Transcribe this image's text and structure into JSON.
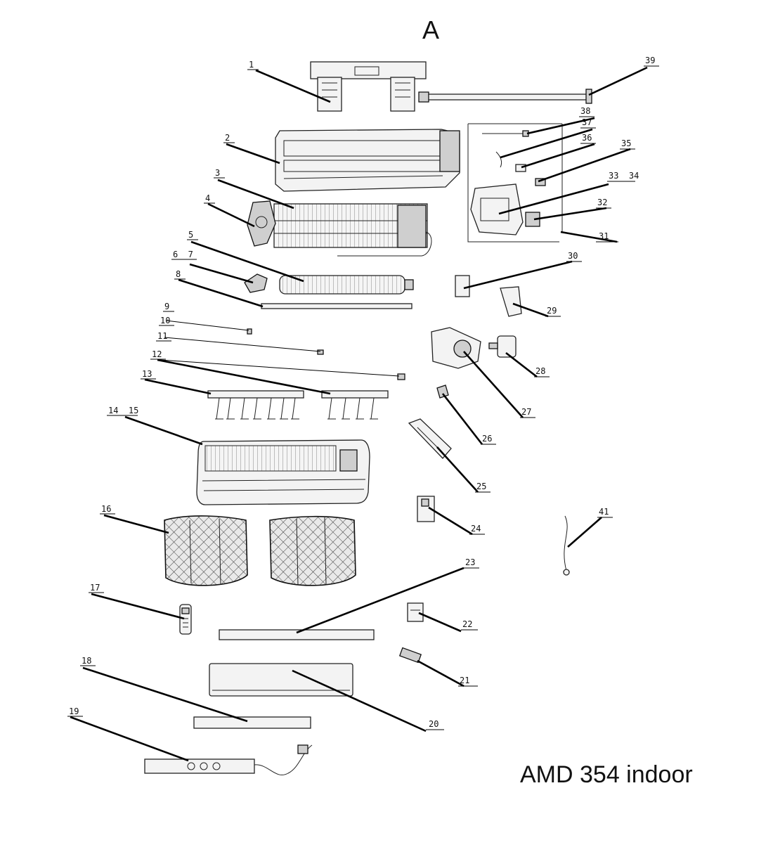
{
  "sheet_title": "A",
  "caption": "AMD 354 indoor",
  "callouts": [
    "1",
    "2",
    "3",
    "4",
    "5",
    "6  7",
    "8",
    "9",
    "10",
    "11",
    "12",
    "13",
    "14  15",
    "16",
    "17",
    "18",
    "19",
    "20",
    "21",
    "22",
    "23",
    "24",
    "25",
    "26",
    "27",
    "28",
    "29",
    "30",
    "31",
    "32",
    "33  34",
    "35",
    "36",
    "37",
    "38",
    "39",
    "41"
  ]
}
